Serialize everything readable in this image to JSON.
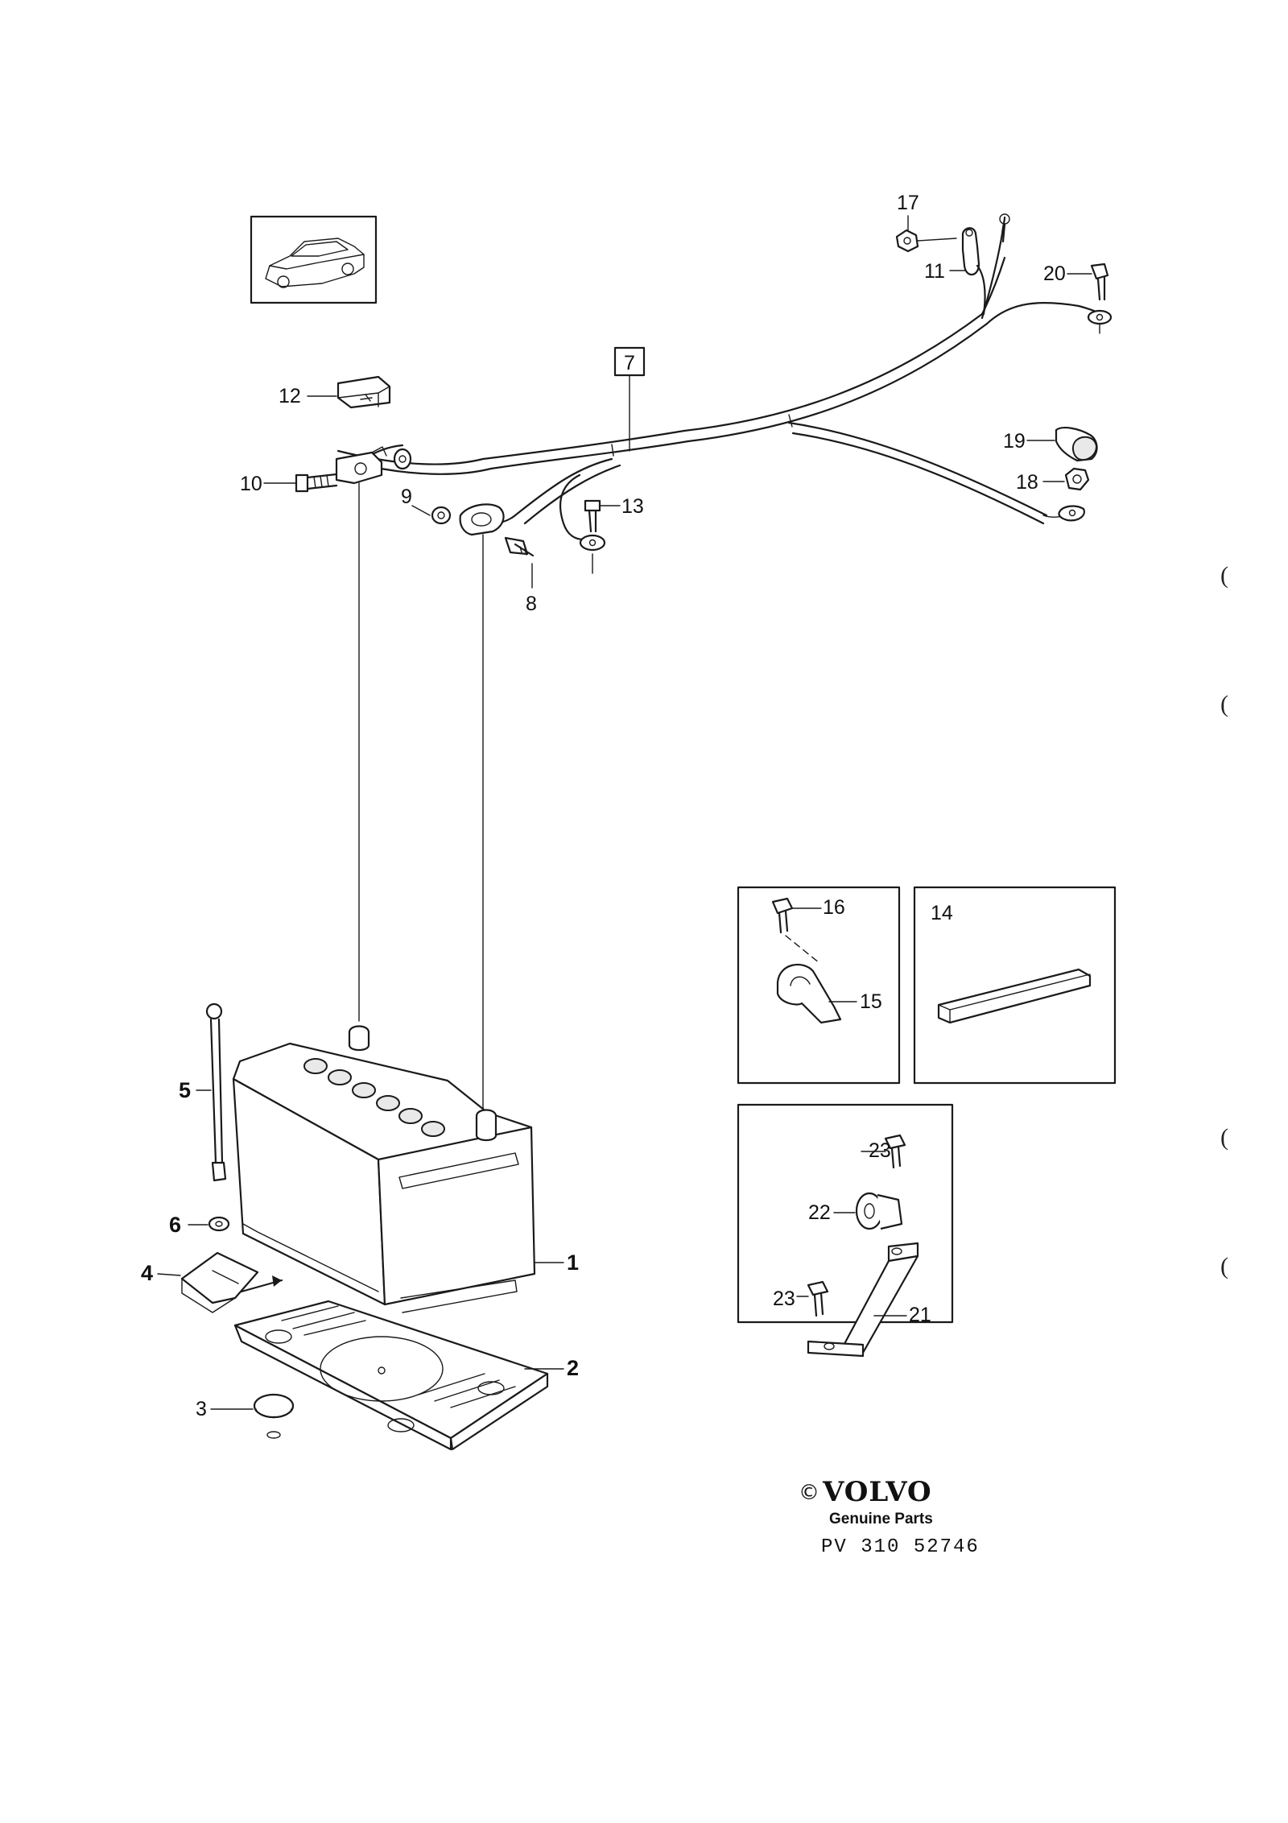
{
  "callouts": {
    "c1": "1",
    "c2": "2",
    "c3": "3",
    "c4": "4",
    "c5": "5",
    "c6": "6",
    "c7": "7",
    "c8": "8",
    "c9": "9",
    "c10": "10",
    "c11": "11",
    "c12": "12",
    "c13": "13",
    "c14": "14",
    "c15": "15",
    "c16": "16",
    "c17": "17",
    "c18": "18",
    "c19": "19",
    "c20": "20",
    "c21": "21",
    "c22": "22",
    "c23a": "23",
    "c23b": "23"
  },
  "margin_marks": [
    "(",
    "(",
    "(",
    "("
  ],
  "footer": {
    "copyright": "©",
    "brand": "VOLVO",
    "tagline": "Genuine Parts",
    "part_ref": "PV 310 52746"
  },
  "icons": {
    "vehicle_thumbnail": "car-thumbnail-icon",
    "battery": "battery-icon",
    "tray": "battery-tray-icon"
  },
  "colors": {
    "line": "#1a1a1a",
    "background": "#ffffff"
  }
}
